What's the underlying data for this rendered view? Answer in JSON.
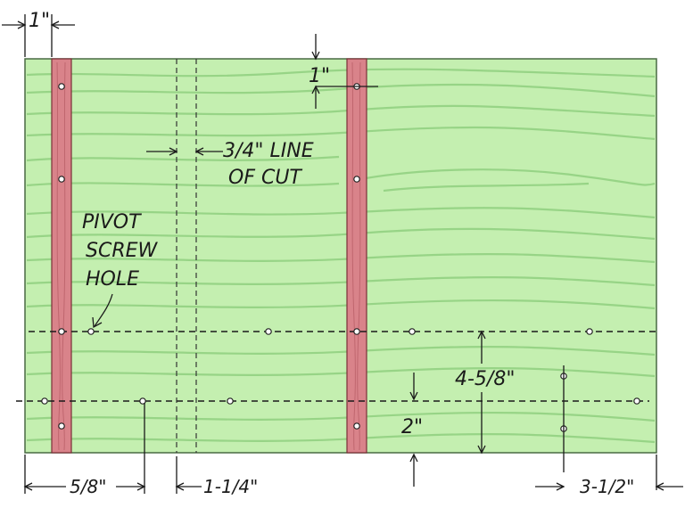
{
  "labels": {
    "top_left_dim": "1\"",
    "top_mid_dim": "1\"",
    "line_of_cut_line1": "3/4\" LINE",
    "line_of_cut_line2": "OF CUT",
    "pivot_line1": "PIVOT",
    "pivot_line2": "SCREW",
    "pivot_line3": "HOLE",
    "right_dim_upper": "4-5/8\"",
    "right_dim_lower": "2\"",
    "bottom_dim_left": "5/8\"",
    "bottom_dim_mid": "1-1/4\"",
    "bottom_dim_right": "3-1/2\""
  },
  "colors": {
    "board": "#c4efb0",
    "board_edge": "#4a6a44",
    "grain": "#8fcf7f",
    "strip": "#d9838a",
    "strip_edge": "#7a2f38",
    "ink": "#1a1a1a"
  }
}
